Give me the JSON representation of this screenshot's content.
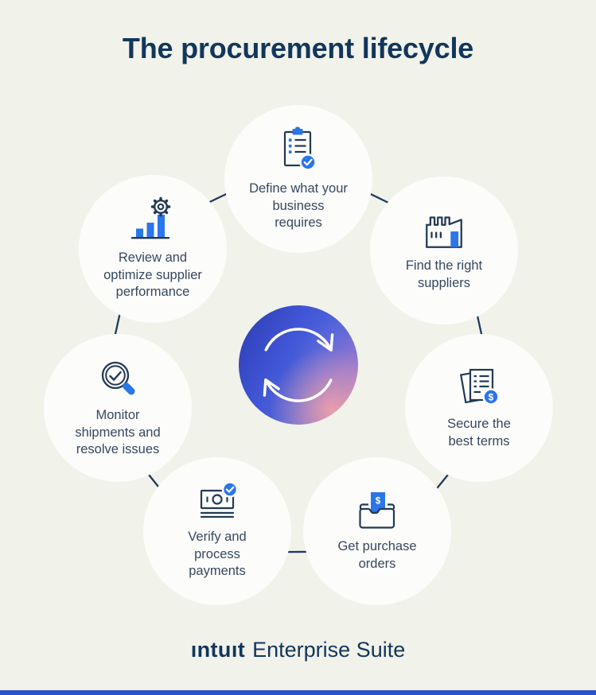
{
  "page": {
    "title": "The procurement lifecycle",
    "background_color": "#f1f2ea",
    "title_color": "#12365c",
    "accent_blue": "#2b76e8",
    "icon_navy": "#223a56",
    "footer_bar_color": "#2c50d4"
  },
  "steps": [
    {
      "label": "Define what your business requires",
      "icon": "clipboard-checklist-icon"
    },
    {
      "label": "Find the right suppliers",
      "icon": "factory-icon"
    },
    {
      "label": "Secure the best terms",
      "icon": "documents-dollar-icon"
    },
    {
      "label": "Get purchase orders",
      "icon": "folder-dollar-icon"
    },
    {
      "label": "Verify and process payments",
      "icon": "banknote-check-icon"
    },
    {
      "label": "Monitor shipments and resolve issues",
      "icon": "magnifier-check-icon"
    },
    {
      "label": "Review and optimize supplier performance",
      "icon": "bar-chart-gear-icon"
    }
  ],
  "center": {
    "icon": "sync-cycle-arrows-icon",
    "gradient": [
      "#2e3db6",
      "#4c63dc",
      "#e79daf"
    ]
  },
  "footer": {
    "brand": "ıntuıt",
    "product": "Enterprise Suite"
  }
}
